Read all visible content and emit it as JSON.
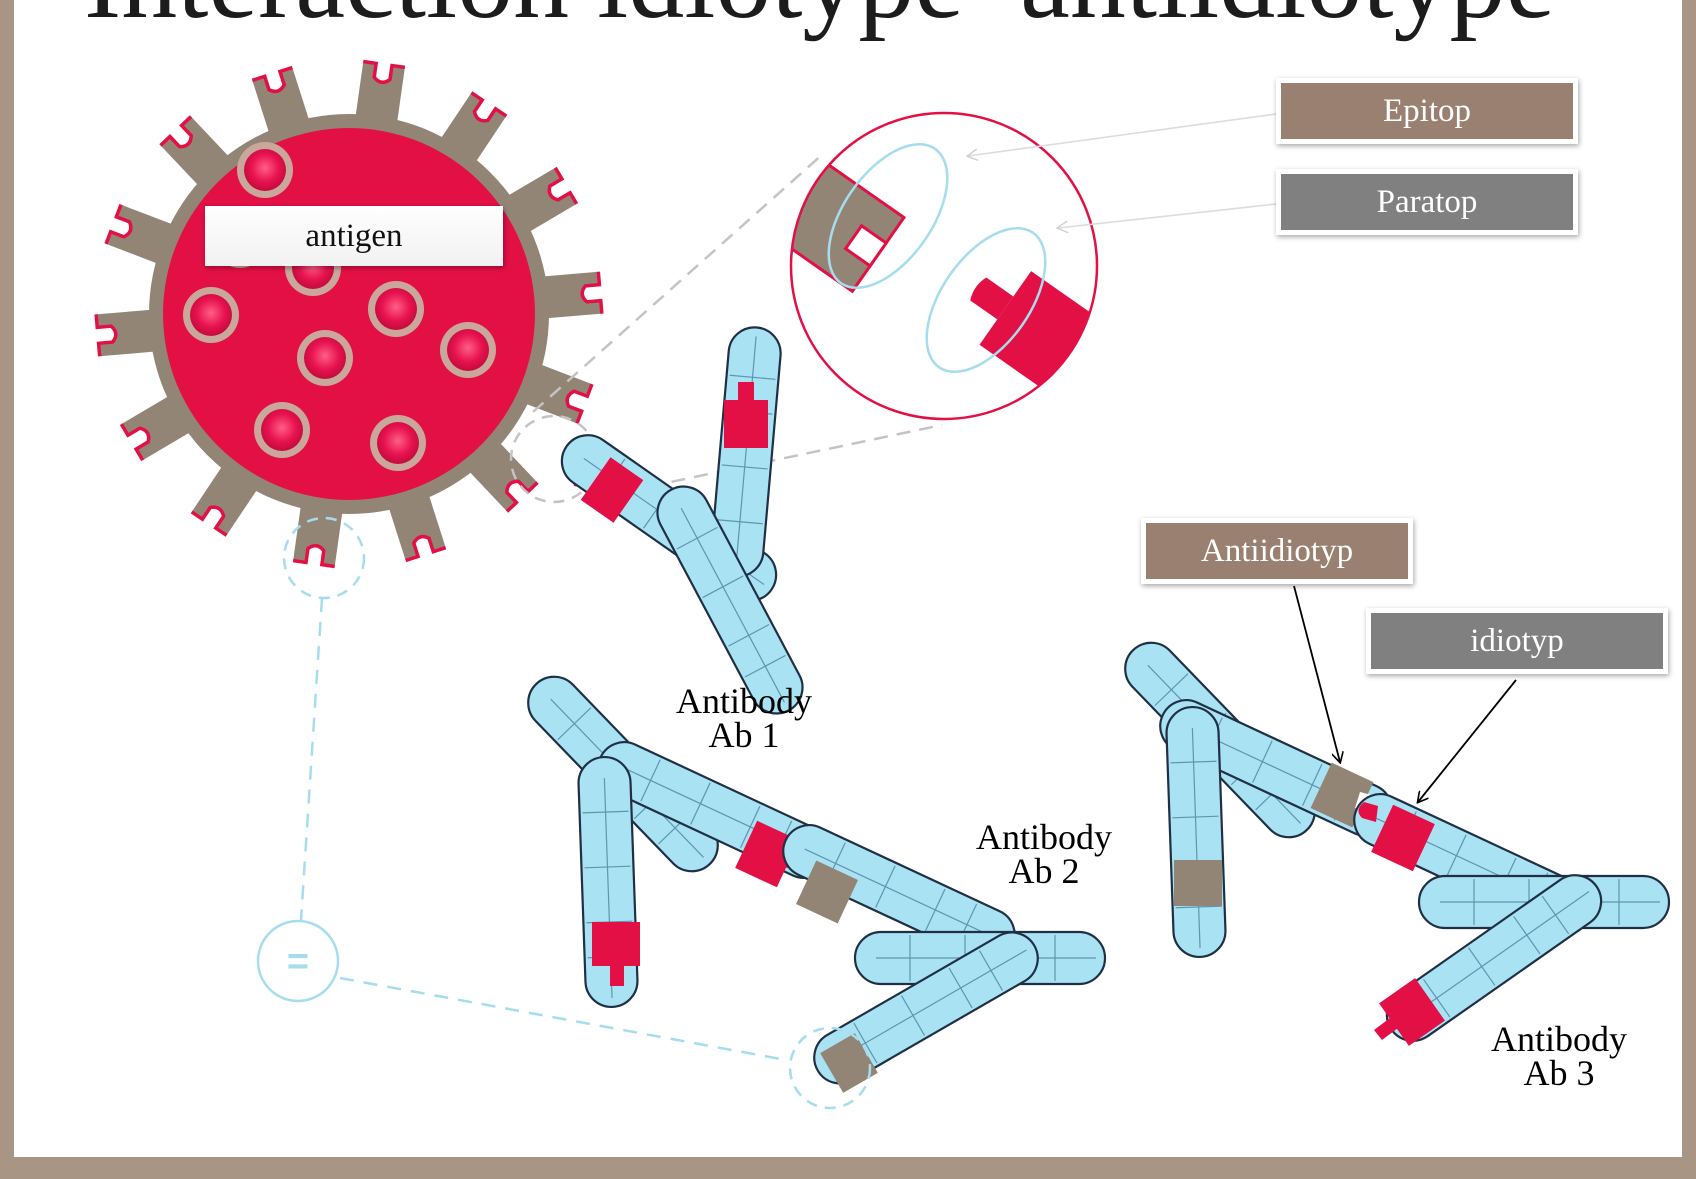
{
  "title": "Interaction idiotype–antiidiotype",
  "labels": {
    "antigen": "antigen",
    "epitop": "Epitop",
    "paratop": "Paratop",
    "antiidiotyp": "Antiidiotyp",
    "idiotyp": "idiotyp"
  },
  "antibodies": [
    {
      "line1": "Antibody",
      "line2": "Ab 1"
    },
    {
      "line1": "Antibody",
      "line2": "Ab 2"
    },
    {
      "line1": "Antibody",
      "line2": "Ab 3"
    }
  ],
  "equal_symbol": "=",
  "colors": {
    "frame": "#a89583",
    "antigen_red": "#e31045",
    "epitope_brown": "#938576",
    "label_brown": "#998070",
    "label_gray": "#808080",
    "antibody_blue": "#a9e2f3",
    "antibody_tan": "#e4b288",
    "dashed_gray": "#c4c4c4",
    "dashed_blue": "#a6ddee"
  }
}
